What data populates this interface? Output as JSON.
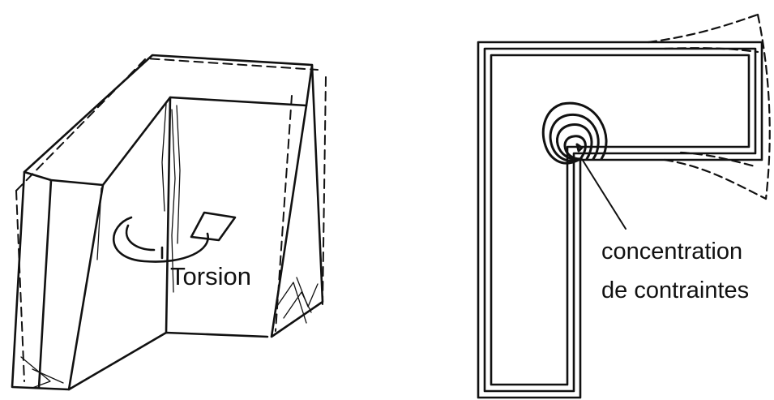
{
  "left_figure": {
    "label": "Torsion"
  },
  "right_figure": {
    "label_line1": "concentration",
    "label_line2": "de contraintes"
  },
  "colors": {
    "ink": "#111111",
    "background": "#ffffff"
  }
}
